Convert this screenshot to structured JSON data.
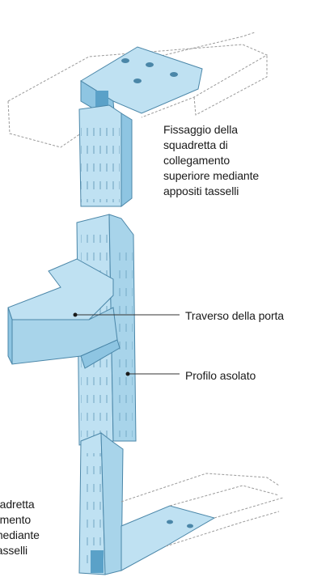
{
  "labels": {
    "top_fixing": "Fissaggio della\nsquadretta di\ncollegamento\nsuperiore mediante\nappositi tasselli",
    "door_crossbar": "Traverso della porta",
    "slotted_profile": "Profilo asolato",
    "bottom_fixing": "o\nuadretta\namento\nmediante\ntasselli"
  },
  "colors": {
    "metal_face": "#bfe1f2",
    "metal_dark": "#8ec5e2",
    "metal_edge": "#4a86a8",
    "ghost_line": "#9a9a9a",
    "leader_line": "#333333"
  }
}
